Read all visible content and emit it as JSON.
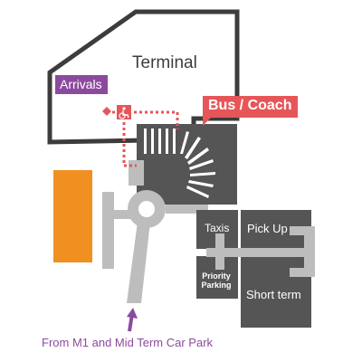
{
  "map": {
    "terminal": "Terminal",
    "arrivals": "Arrivals",
    "bus_coach": "Bus / Coach",
    "taxis": "Taxis",
    "pick_up": "Pick Up",
    "priority_parking": "Priority\nParking",
    "short_term": "Short term",
    "from_route": "From M1 and Mid Term Car Park"
  },
  "colors": {
    "building_outline": "#3c3c3c",
    "dark_block": "#555555",
    "road": "#bdbdbd",
    "orange_block": "#f09020",
    "arrivals_purple": "#8c4a9e",
    "bus_red": "#e65659",
    "walk_route": "#e65659"
  },
  "icons": [
    "wheelchair-icon",
    "up-arrow-icon",
    "arrivals-marker-icon"
  ]
}
